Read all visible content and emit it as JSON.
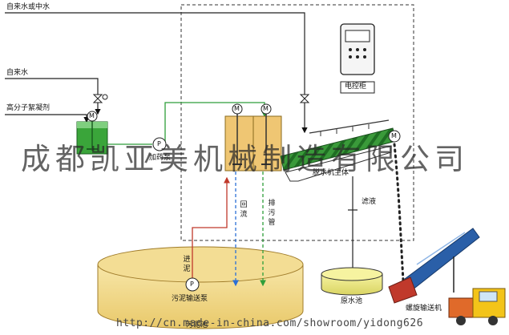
{
  "labels": {
    "tap_water_or_reclaimed": "自来水或中水",
    "tap_water": "自来水",
    "polymer_flocculant": "高分子絮凝剂",
    "dosing_pump": "加药泵",
    "control_cabinet": "电控柜",
    "dewatering_main": "脱水机主体",
    "return_flow": "回流",
    "sludge_discharge_pipe": "排污管",
    "filtrate": "滤液",
    "sludge_inlet": "进泥",
    "sludge_transfer_pump": "污泥输送泵",
    "sludge_tank": "污泥池",
    "raw_water_tank": "原水池",
    "screw_conveyor": "螺旋输送机"
  },
  "symbols": {
    "motor": "M",
    "pump": "P"
  },
  "watermark": "成都凯亚美机械制造有限公司",
  "url": "http://cn.made-in-china.com/showroom/yidong626",
  "colors": {
    "chemical_line": "#2e9e3a",
    "sludge_line": "#c0392b",
    "return_line": "#2b6fd6",
    "discharge_line": "#2e9e3a",
    "tank_fill": "#f3dd94",
    "mixer_fill": "#3aa53a",
    "screw_fill": "#3a9a3a"
  }
}
